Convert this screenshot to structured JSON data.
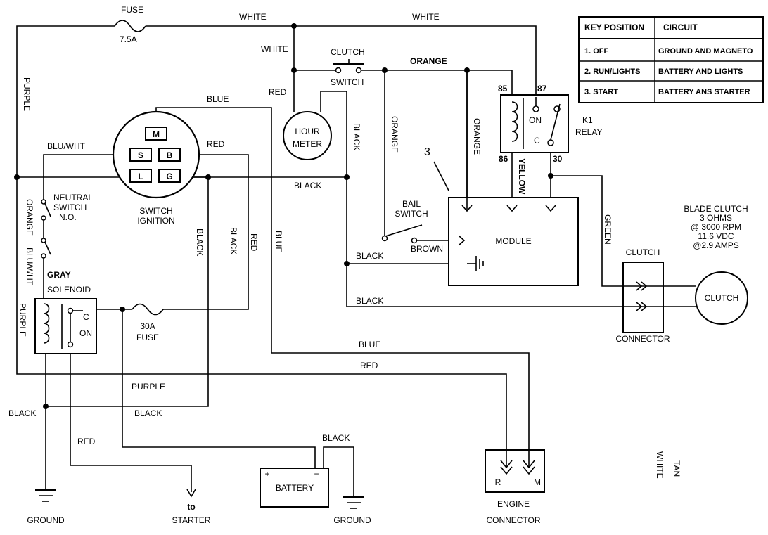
{
  "key_table": {
    "header_key": "KEY POSITION",
    "header_circuit": "CIRCUIT",
    "rows": [
      {
        "key": "1. OFF",
        "circuit": "GROUND AND MAGNETO"
      },
      {
        "key": "2. RUN/LIGHTS",
        "circuit": "BATTERY AND LIGHTS"
      },
      {
        "key": "3. START",
        "circuit": "BATTERY ANS STARTER"
      }
    ]
  },
  "fuse_top": {
    "label": "FUSE",
    "rating": "7.5A"
  },
  "fuse_30": {
    "rating": "30A",
    "label": "FUSE"
  },
  "clutch_switch": {
    "line1": "CLUTCH",
    "line2": "SWITCH"
  },
  "hour_meter": {
    "line1": "HOUR",
    "line2": "METER"
  },
  "ignition": {
    "line1": "SWITCH",
    "line2": "IGNITION",
    "m": "M",
    "s": "S",
    "b": "B",
    "l": "L",
    "g": "G"
  },
  "relay": {
    "t85": "85",
    "t87": "87",
    "t86": "86",
    "t30": "30",
    "on": "ON",
    "c": "C",
    "name1": "K1",
    "name2": "RELAY"
  },
  "module": {
    "label": "MODULE",
    "ref": "3"
  },
  "bail_switch": {
    "line1": "BAIL",
    "line2": "SWITCH"
  },
  "neutral_switch": {
    "line1": "NEUTRAL",
    "line2": "SWITCH",
    "line3": "N.O."
  },
  "solenoid": {
    "label": "SOLENOID",
    "c": "C",
    "on": "ON"
  },
  "battery": {
    "label": "BATTERY",
    "plus": "+",
    "minus": "−"
  },
  "engine_connector": {
    "line1": "ENGINE",
    "line2": "CONNECTOR",
    "r": "R",
    "m": "M"
  },
  "clutch_connector": {
    "top": "CLUTCH",
    "bottom": "CONNECTOR"
  },
  "clutch": {
    "label": "CLUTCH"
  },
  "blade_clutch": {
    "line1": "BLADE CLUTCH",
    "line2": "3 OHMS",
    "line3": "@ 3000 RPM",
    "line4": "11.6 VDC",
    "line5": "@2.9 AMPS"
  },
  "grounds": {
    "left": "GROUND",
    "mid": "GROUND"
  },
  "starter": {
    "to": "to",
    "label": "STARTER"
  },
  "wire_colors": {
    "white": "WHITE",
    "orange": "ORANGE",
    "red": "RED",
    "blue": "BLUE",
    "black": "BLACK",
    "purple": "PURPLE",
    "blu_wht": "BLU/WHT",
    "gray": "GRAY",
    "brown": "BROWN",
    "yellow": "YELLOW",
    "green": "GREEN",
    "tan": "TAN"
  }
}
